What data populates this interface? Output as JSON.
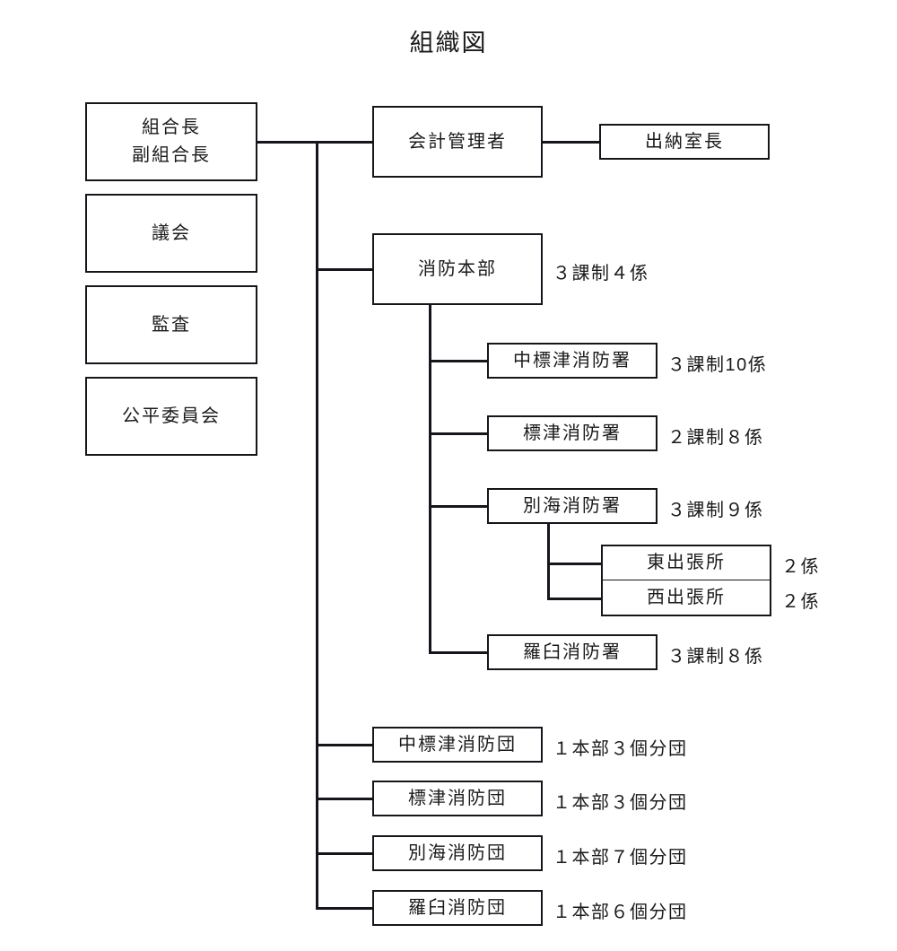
{
  "title": "組織図",
  "nodes": {
    "head": {
      "line1": "組合長",
      "line2": "副組合長"
    },
    "assembly": {
      "label": "議会"
    },
    "audit": {
      "label": "監査"
    },
    "fair_committee": {
      "label": "公平委員会"
    },
    "accounting_manager": {
      "label": "会計管理者"
    },
    "cashier_office_chief": {
      "label": "出納室長"
    },
    "fire_hq": {
      "label": "消防本部",
      "note": "３課制４係"
    },
    "nakashibetsu_station": {
      "label": "中標津消防署",
      "note": "３課制10係"
    },
    "shibetsu_station": {
      "label": "標津消防署",
      "note": "２課制８係"
    },
    "betsukai_station": {
      "label": "別海消防署",
      "note": "３課制９係"
    },
    "east_branch": {
      "label": "東出張所",
      "note": "２係"
    },
    "west_branch": {
      "label": "西出張所",
      "note": "２係"
    },
    "rausu_station": {
      "label": "羅臼消防署",
      "note": "３課制８係"
    },
    "nakashibetsu_brigade": {
      "label": "中標津消防団",
      "note": "１本部３個分団"
    },
    "shibetsu_brigade": {
      "label": "標津消防団",
      "note": "１本部３個分団"
    },
    "betsukai_brigade": {
      "label": "別海消防団",
      "note": "１本部７個分団"
    },
    "rausu_brigade": {
      "label": "羅臼消防団",
      "note": "１本部６個分団"
    }
  },
  "colors": {
    "stroke": "#14161c",
    "text": "#1a1a1a",
    "background": "#ffffff"
  },
  "chart_data": {
    "type": "diagram",
    "title": "組織図",
    "hierarchy": [
      {
        "name": "組合長／副組合長",
        "children": [
          {
            "name": "会計管理者",
            "children": [
              {
                "name": "出納室長"
              }
            ]
          },
          {
            "name": "消防本部",
            "note": "３課制４係",
            "children": [
              {
                "name": "中標津消防署",
                "note": "３課制10係"
              },
              {
                "name": "標津消防署",
                "note": "２課制８係"
              },
              {
                "name": "別海消防署",
                "note": "３課制９係",
                "children": [
                  {
                    "name": "東出張所",
                    "note": "２係"
                  },
                  {
                    "name": "西出張所",
                    "note": "２係"
                  }
                ]
              },
              {
                "name": "羅臼消防署",
                "note": "３課制８係"
              }
            ]
          },
          {
            "name": "中標津消防団",
            "note": "１本部３個分団"
          },
          {
            "name": "標津消防団",
            "note": "１本部３個分団"
          },
          {
            "name": "別海消防団",
            "note": "１本部７個分団"
          },
          {
            "name": "羅臼消防団",
            "note": "１本部６個分団"
          }
        ]
      },
      {
        "name": "議会"
      },
      {
        "name": "監査"
      },
      {
        "name": "公平委員会"
      }
    ]
  }
}
